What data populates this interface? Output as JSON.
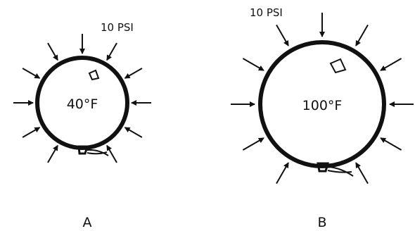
{
  "figure": {
    "panels": [
      {
        "id": "A",
        "label": "A",
        "temperature": "40°F",
        "pressure": "10 PSI"
      },
      {
        "id": "B",
        "label": "B",
        "temperature": "100°F",
        "pressure": "10 PSI"
      }
    ]
  }
}
